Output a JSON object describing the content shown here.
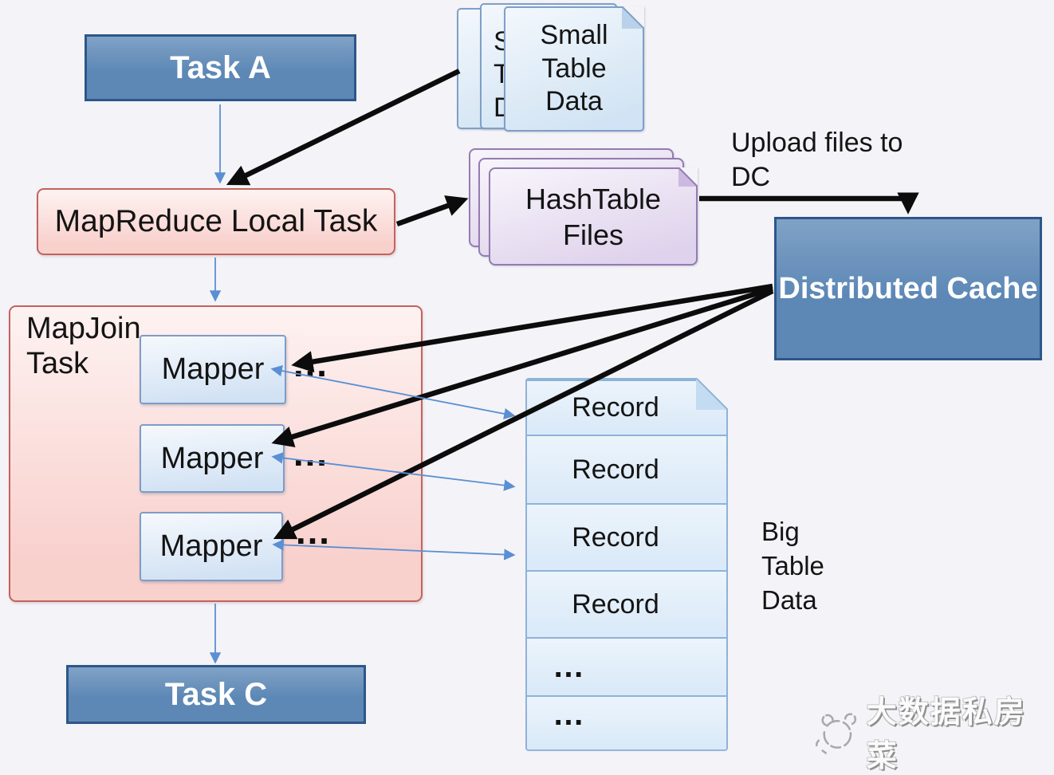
{
  "colors": {
    "canvas_bg": "#f4f4f8",
    "blue_box_fill": "#5d88b6",
    "blue_box_border": "#2d578a",
    "pink_fill": "#f8cdc9",
    "pink_border": "#c4635e",
    "mapper_fill": "#cfe0f3",
    "mapper_border": "#7e9cc6",
    "blue_doc_fill": "#cfe2f3",
    "blue_doc_border": "#7ea0c8",
    "purple_doc_fill": "#ddcfeb",
    "purple_doc_border": "#927cb2",
    "record_fill": "#d9e9f8",
    "record_border": "#8fb2d8",
    "black_arrow": "#0c0c0c",
    "blue_arrow": "#5b8fd4",
    "text_dark": "#141414",
    "text_light": "#ffffff"
  },
  "task_a": {
    "label": "Task A"
  },
  "mapreduce_local_task": {
    "label": "MapReduce Local Task"
  },
  "small_table_stack": {
    "lines": [
      "Small",
      "Table",
      "Data"
    ]
  },
  "hashtable_stack": {
    "lines": [
      "HashTable",
      "Files"
    ]
  },
  "upload_note": {
    "lines": [
      "Upload files to",
      "DC"
    ]
  },
  "distributed_cache": {
    "label": "Distributed Cache"
  },
  "mapjoin_task": {
    "label_lines": [
      "MapJoin",
      "Task"
    ],
    "mappers": [
      {
        "label": "Mapper"
      },
      {
        "label": "Mapper"
      },
      {
        "label": "Mapper"
      }
    ],
    "ellipsis": "…"
  },
  "record_stack": {
    "rows": [
      "Record",
      "Record",
      "Record",
      "Record",
      "…",
      "…"
    ]
  },
  "big_table_note": {
    "lines": [
      "Big",
      "Table",
      "Data"
    ]
  },
  "task_c": {
    "label": "Task C"
  },
  "watermark": {
    "text": "大数据私房菜"
  }
}
